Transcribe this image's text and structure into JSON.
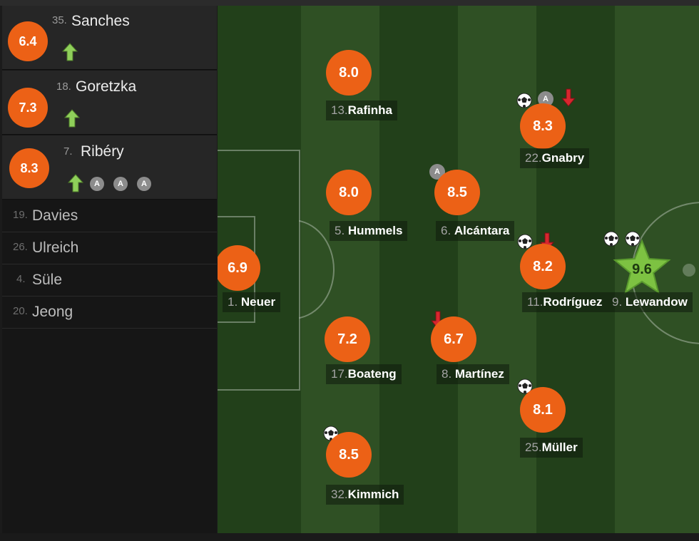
{
  "substitutes": [
    {
      "rating": "6.4",
      "number": "35.",
      "name": "Sanches",
      "extras": [
        "sub-in-arrow-icon"
      ]
    },
    {
      "rating": "7.3",
      "number": "18.",
      "name": "Goretzka",
      "extras": [
        "sub-in-arrow-icon"
      ]
    },
    {
      "rating": "8.3",
      "number": "7.",
      "name": "Ribéry",
      "extras": [
        "sub-in-arrow-icon",
        "assist-icon",
        "assist-icon",
        "assist-icon"
      ]
    }
  ],
  "assist_label": "A",
  "bench": [
    {
      "number": "19.",
      "name": "Davies"
    },
    {
      "number": "26.",
      "name": "Ulreich"
    },
    {
      "number": "4.",
      "name": "Süle"
    },
    {
      "number": "20.",
      "name": "Jeong"
    }
  ],
  "players": [
    {
      "id": "rafinha",
      "rating": "8.0",
      "number": "13.",
      "name": "Rafinha"
    },
    {
      "id": "gnabry",
      "rating": "8.3",
      "number": "22.",
      "name": "Gnabry",
      "icons": [
        "ball-icon",
        "assist-icon",
        "sub-off-arrow-icon"
      ]
    },
    {
      "id": "hummels",
      "rating": "8.0",
      "number": "5. ",
      "name": "Hummels"
    },
    {
      "id": "alcantara",
      "rating": "8.5",
      "number": "6. ",
      "name": "Alcántara",
      "icons": [
        "assist-icon"
      ]
    },
    {
      "id": "neuer",
      "rating": "6.9",
      "number": "1. ",
      "name": "Neuer"
    },
    {
      "id": "rodriguez",
      "rating": "8.2",
      "number": "11.",
      "name": "Rodríguez",
      "icons": [
        "ball-icon",
        "sub-off-arrow-icon"
      ]
    },
    {
      "id": "lewandowski",
      "rating": "9.6",
      "number": "9. ",
      "name": "Lewandow",
      "icons": [
        "ball-icon",
        "ball-icon"
      ],
      "man_of_match": true
    },
    {
      "id": "boateng",
      "rating": "7.2",
      "number": "17.",
      "name": "Boateng"
    },
    {
      "id": "martinez",
      "rating": "6.7",
      "number": "8. ",
      "name": "Martínez",
      "icons": [
        "sub-off-arrow-icon"
      ]
    },
    {
      "id": "muller",
      "rating": "8.1",
      "number": "25.",
      "name": "Müller",
      "icons": [
        "ball-icon"
      ]
    },
    {
      "id": "kimmich",
      "rating": "8.5",
      "number": "32.",
      "name": "Kimmich",
      "icons": [
        "ball-icon"
      ]
    }
  ],
  "colors": {
    "rating_badge": "#ec6116",
    "motm_star": "#7dc242",
    "sub_in_arrow": "#8fcf5a",
    "sub_off_arrow": "#d8262e",
    "pitch_dark": "#22401a",
    "pitch_light": "#2f5024"
  }
}
